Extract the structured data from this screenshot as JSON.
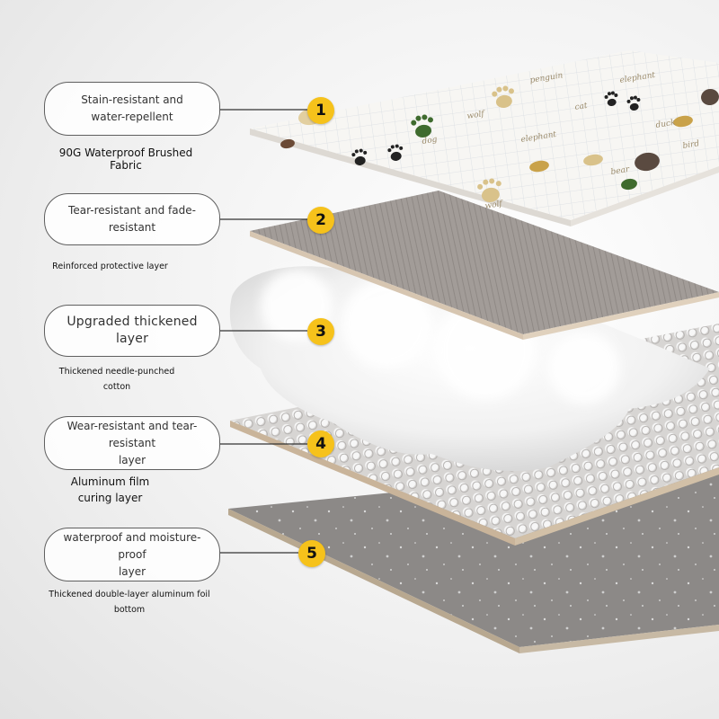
{
  "colors": {
    "badge": "#f6c21b",
    "pill_border": "#5f5f5f",
    "fabric": "#f7f6f3",
    "grey_layer": "#9f9996",
    "foil_layer": "#8a8785"
  },
  "layers": [
    {
      "number": "1",
      "feature": "Stain-resistant and\nwater-repellent",
      "caption": "90G Waterproof Brushed Fabric"
    },
    {
      "number": "2",
      "feature": "Tear-resistant and fade-resistant",
      "caption": "Reinforced protective layer"
    },
    {
      "number": "3",
      "feature": "Upgraded thickened layer",
      "caption": "Thickened needle-punched\ncotton"
    },
    {
      "number": "4",
      "feature": "Wear-resistant and tear-resistant\nlayer",
      "caption": "Aluminum film\ncuring layer"
    },
    {
      "number": "5",
      "feature": "waterproof and moisture-proof\nlayer",
      "caption": "Thickened double-layer aluminum foil\nbottom"
    }
  ],
  "fabric_print": {
    "animal_words": [
      "penguin",
      "elephant",
      "wolf",
      "cat",
      "bird",
      "duck",
      "bear",
      "elephant",
      "wolf",
      "dog"
    ]
  }
}
